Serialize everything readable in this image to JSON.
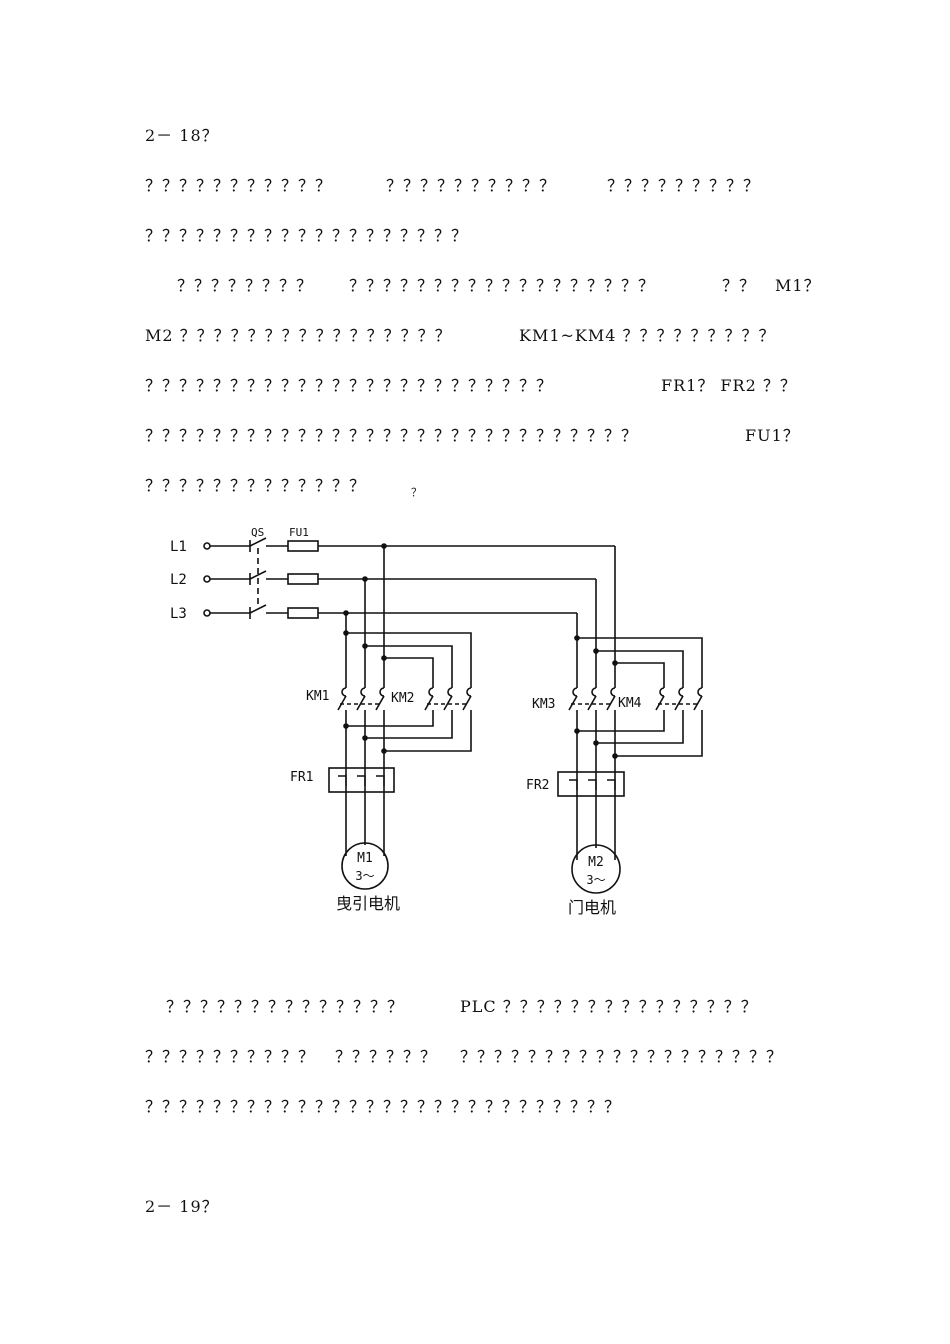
{
  "doc": {
    "heading_top": "2－ 18？",
    "heading_bottom": "2－ 19？",
    "p1": [
      "？？？？？？？？？？？",
      "？？？？？？？？？？",
      "？？？？？？？？？",
      "？？？？？？？？？？？？？？？？？？？"
    ],
    "p2": [
      "？？？？？？？？",
      "？？？？？？？？？？？？？？？？？？",
      "？？",
      "M1？",
      "M2 ？？？？？？？？？？？？？？？？",
      "KM1~KM4 ？？？？？？？？？",
      "？？？？？？？？？？？？？？？？？？？？？？？？",
      "FR1？ FR2 ？？",
      "？？？？？？？？？？？？？？？？？？？？？？？？？？？？？",
      "FU1？",
      "？？？？？？？？？？？？？"
    ],
    "stray_mark": "？",
    "p3": [
      "？？？？？？？？？？？？？？",
      "PLC ？？？？？？？？？？？？？？？",
      "？？？？？？？？？？",
      "？？？？？？",
      "？？？？？？？？？？？？？？？？？？？",
      "？？？？？？？？？？？？？？？？？？？？？？？？？？？？"
    ]
  },
  "circuit": {
    "lines": [
      "L1",
      "L2",
      "L3"
    ],
    "switch_label": "QS",
    "fuse_label": "FU1",
    "contactors": [
      "KM1",
      "KM2",
      "KM3",
      "KM4"
    ],
    "relays": [
      "FR1",
      "FR2"
    ],
    "motor1": {
      "name": "M1",
      "phase": "3～",
      "caption": "曳引电机"
    },
    "motor2": {
      "name": "M2",
      "phase": "3～",
      "caption": "门电机"
    }
  }
}
